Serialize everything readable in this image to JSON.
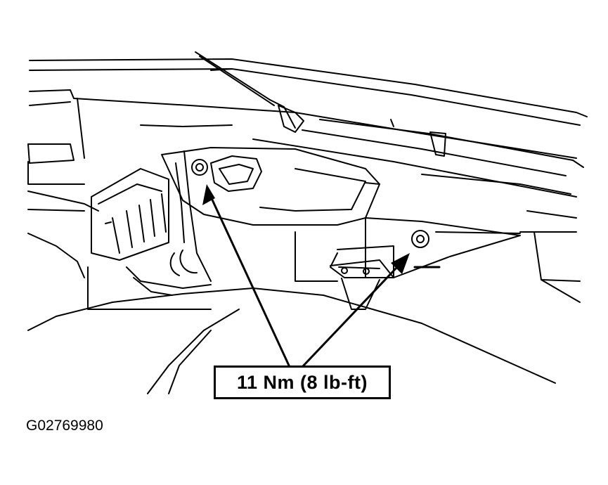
{
  "callout": {
    "label": "11 Nm (8 lb-ft)",
    "points_to": [
      "upper-bolt",
      "bracket-bolt"
    ]
  },
  "figure_id": "G02769980",
  "colors": {
    "line": "#000000",
    "background": "#ffffff"
  }
}
